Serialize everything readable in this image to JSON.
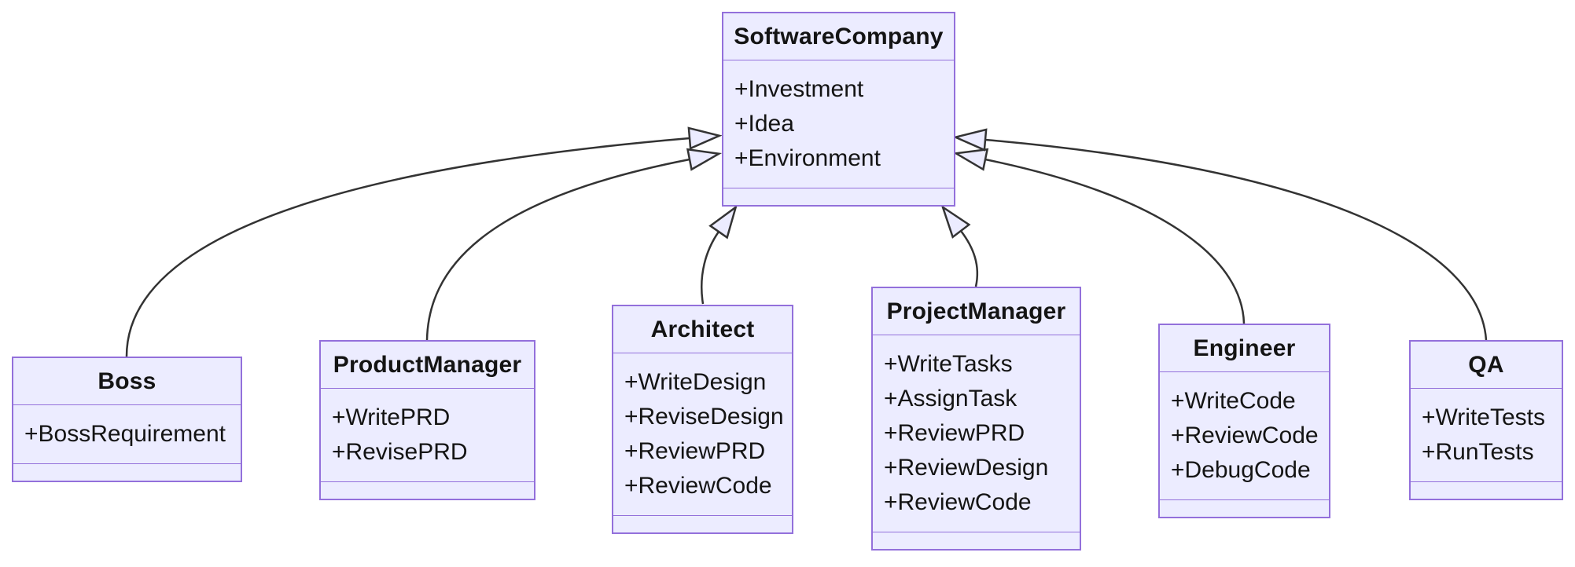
{
  "diagram_type": "uml-class-diagram",
  "colors": {
    "node_fill": "#ECECFF",
    "node_border": "#9370DB",
    "compartment_divider": "#9370DB",
    "edge_line": "#333333",
    "arrowhead_fill": "#ECECFF",
    "text": "#141414",
    "background": "#ffffff"
  },
  "classes": [
    {
      "name": "SoftwareCompany",
      "attributes": [
        "+Investment",
        "+Idea",
        "+Environment"
      ],
      "methods": []
    },
    {
      "name": "Boss",
      "attributes": [
        "+BossRequirement"
      ],
      "methods": []
    },
    {
      "name": "ProductManager",
      "attributes": [
        "+WritePRD",
        "+RevisePRD"
      ],
      "methods": []
    },
    {
      "name": "Architect",
      "attributes": [
        "+WriteDesign",
        "+ReviseDesign",
        "+ReviewPRD",
        "+ReviewCode"
      ],
      "methods": []
    },
    {
      "name": "ProjectManager",
      "attributes": [
        "+WriteTasks",
        "+AssignTask",
        "+ReviewPRD",
        "+ReviewDesign",
        "+ReviewCode"
      ],
      "methods": []
    },
    {
      "name": "Engineer",
      "attributes": [
        "+WriteCode",
        "+ReviewCode",
        "+DebugCode"
      ],
      "methods": []
    },
    {
      "name": "QA",
      "attributes": [
        "+WriteTests",
        "+RunTests"
      ],
      "methods": []
    }
  ],
  "relationships": [
    {
      "from": "Boss",
      "to": "SoftwareCompany",
      "type": "inheritance",
      "arrowhead": "hollow-triangle"
    },
    {
      "from": "ProductManager",
      "to": "SoftwareCompany",
      "type": "inheritance",
      "arrowhead": "hollow-triangle"
    },
    {
      "from": "Architect",
      "to": "SoftwareCompany",
      "type": "inheritance",
      "arrowhead": "hollow-triangle"
    },
    {
      "from": "ProjectManager",
      "to": "SoftwareCompany",
      "type": "inheritance",
      "arrowhead": "hollow-triangle"
    },
    {
      "from": "Engineer",
      "to": "SoftwareCompany",
      "type": "inheritance",
      "arrowhead": "hollow-triangle"
    },
    {
      "from": "QA",
      "to": "SoftwareCompany",
      "type": "inheritance",
      "arrowhead": "hollow-triangle"
    }
  ]
}
